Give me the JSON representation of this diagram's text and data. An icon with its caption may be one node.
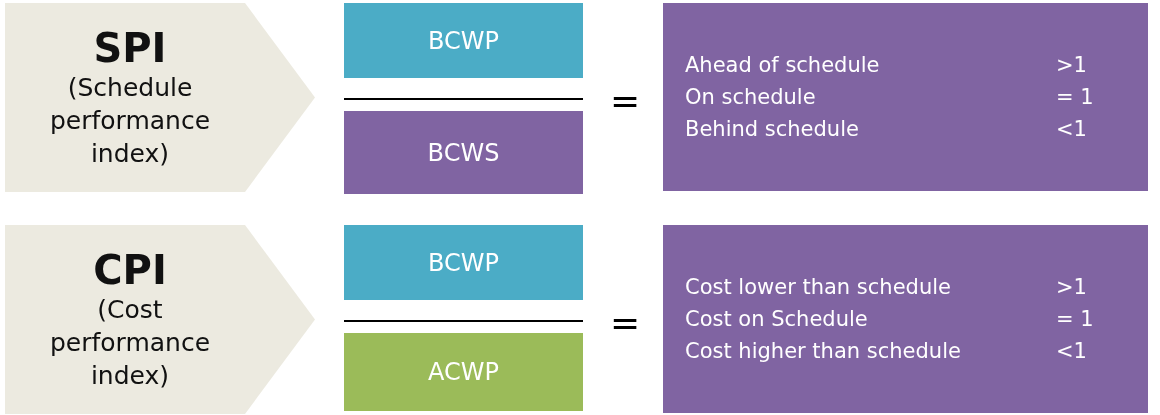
{
  "diagram": {
    "nodes": [
      {
        "text": [
          "SPI",
          "(Schedule performance index)"
        ]
      },
      {
        "text": [
          "BCWP"
        ]
      },
      {
        "text": [
          "BCWS"
        ]
      },
      {
        "text": [
          "Ahead of schedule",
          ">1",
          "On schedule",
          "= 1",
          "Behind schedule",
          "<1"
        ]
      },
      {
        "text": [
          "CPI",
          "(Cost performance index)"
        ]
      },
      {
        "text": [
          "BCWP"
        ]
      },
      {
        "text": [
          "ACWP"
        ]
      },
      {
        "text": [
          "Cost lower than schedule",
          ">1",
          "Cost on Schedule",
          "= 1",
          "Cost higher than schedule",
          "<1"
        ]
      }
    ],
    "edges": [],
    "labels": [
      "=",
      "="
    ]
  }
}
